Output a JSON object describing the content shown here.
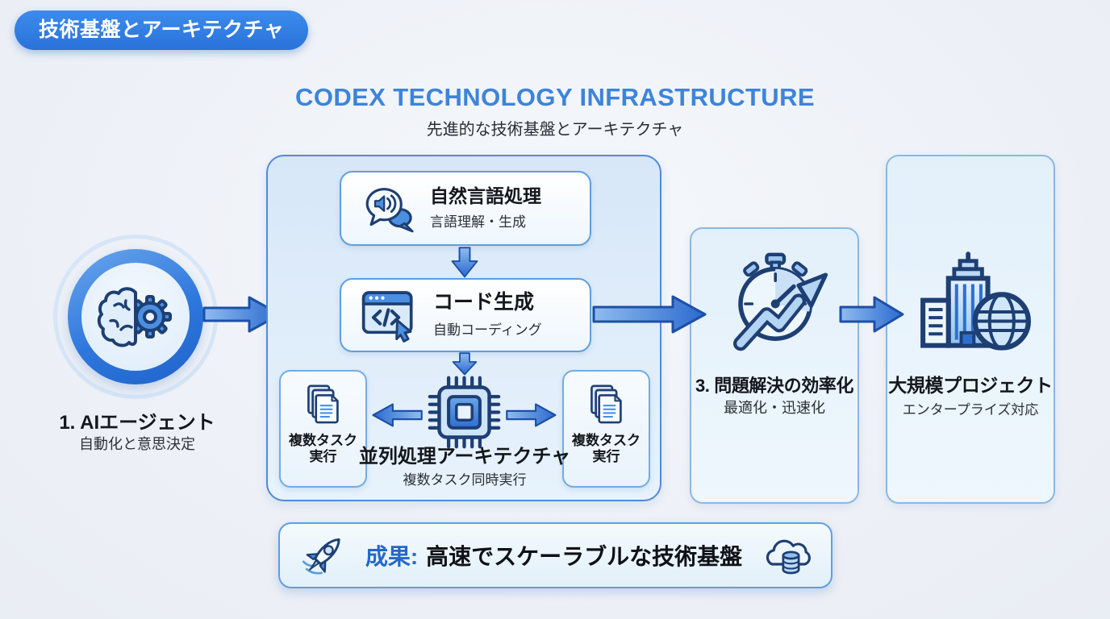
{
  "badge": {
    "label": "技術基盤とアーキテクチャ",
    "color": "#2e7ce0"
  },
  "header": {
    "title": "CODEX TECHNOLOGY INFRASTRUCTURE",
    "subtitle": "先進的な技術基盤とアーキテクチャ",
    "title_color": "#3d84da"
  },
  "agent": {
    "title": "1. AIエージェント",
    "subtitle": "自動化と意思決定",
    "icon": "brain-gear-icon"
  },
  "pipeline": {
    "nlp": {
      "title": "自然言語処理",
      "subtitle": "言語理解・生成",
      "icon": "speech-audio-icon"
    },
    "codegen": {
      "title": "コード生成",
      "subtitle": "自動コーディング",
      "icon": "code-window-icon"
    },
    "parallel": {
      "title": "並列処理アーキテクチャ",
      "subtitle": "複数タスク同時実行",
      "icon": "cpu-chip-icon"
    },
    "task_left": {
      "line1": "複数タスク",
      "line2": "実行",
      "icon": "documents-icon"
    },
    "task_right": {
      "line1": "複数タスク",
      "line2": "実行",
      "icon": "documents-icon"
    }
  },
  "efficiency": {
    "title": "3. 問題解決の効率化",
    "subtitle": "最適化・迅速化",
    "icon": "stopwatch-growth-icon"
  },
  "enterprise": {
    "title": "大規模プロジェクト",
    "subtitle": "エンタープライズ対応",
    "icon": "building-globe-icon"
  },
  "result": {
    "prefix": "成果:",
    "text": "高速でスケーラブルな技術基盤",
    "left_icon": "rocket-icon",
    "right_icon": "cloud-database-icon"
  },
  "colors": {
    "accent_blue": "#2e7ce0",
    "arrow_dark_edge": "#1d4fa8",
    "icon_outline_navy": "#1e3f73",
    "icon_blue": "#4a8fe0",
    "box_border": "#5f9fe0",
    "light_fill": "#dcebfb",
    "background": "#eef1f7"
  }
}
